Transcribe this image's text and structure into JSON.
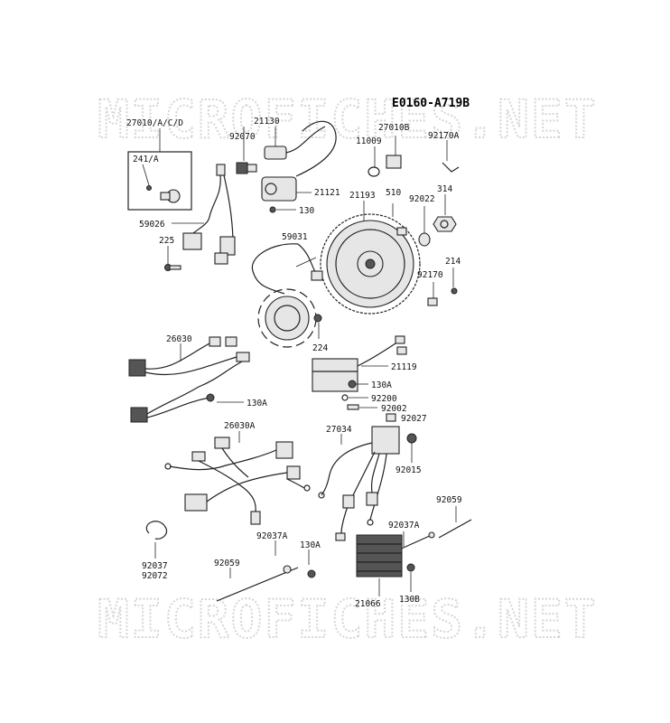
{
  "diagram": {
    "code": "E0160-A719B",
    "watermark_top": "MICROFICHES.NET",
    "watermark_bottom": "MICROFICHES.NET",
    "labels": {
      "p27010acd": "27010/A/C/D",
      "p241a": "241/A",
      "p21130": "21130",
      "p92070": "92070",
      "p27010b": "27010B",
      "p11009": "11009",
      "p92170a": "92170A",
      "p21121": "21121",
      "p130_top": "130",
      "p21193": "21193",
      "p510": "510",
      "p92022": "92022",
      "p314": "314",
      "p59026": "59026",
      "p225": "225",
      "p59031": "59031",
      "p92170": "92170",
      "p214": "214",
      "p224": "224",
      "p26030": "26030",
      "p21119": "21119",
      "p130a_mid": "130A",
      "p130a_left": "130A",
      "p92200": "92200",
      "p92002": "92002",
      "p92027": "92027",
      "p26030a": "26030A",
      "p27034": "27034",
      "p92015": "92015",
      "p92059_right": "92059",
      "p92037a_right": "92037A",
      "p92037a_left": "92037A",
      "p130a_bottom": "130A",
      "p92059_left": "92059",
      "p92037": "92037",
      "p92072": "92072",
      "p21066": "21066",
      "p130b": "130B"
    }
  }
}
